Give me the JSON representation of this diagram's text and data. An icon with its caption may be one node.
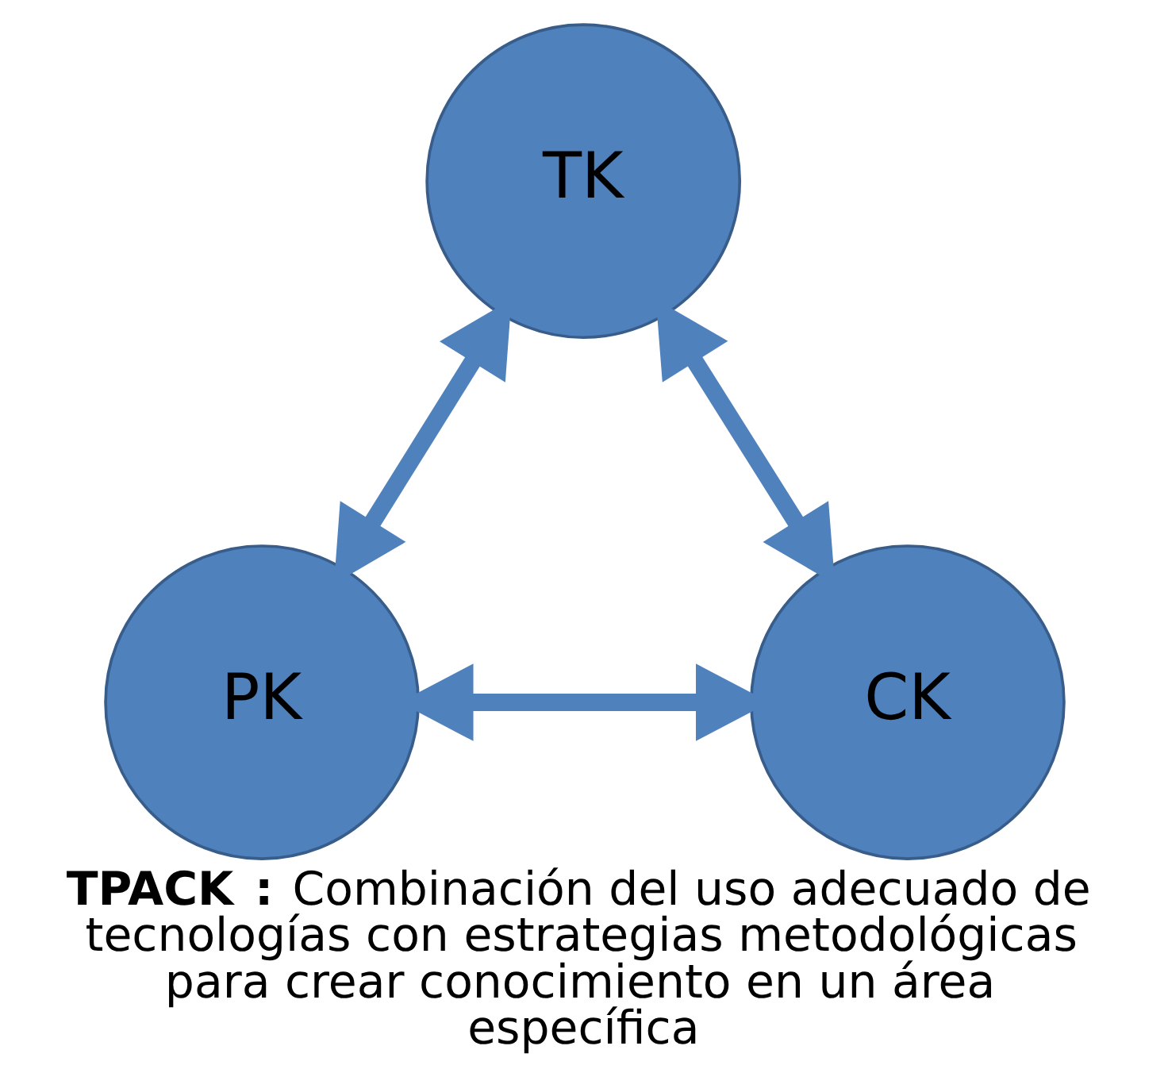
{
  "diagram": {
    "caption": "**TPACK :** Combinación del uso adecuado de tecnologías con estrategias metodológicas para crear conocimiento en un área específica",
    "nodes": [
      {
        "text": [
          "TK"
        ]
      },
      {
        "text": [
          "PK"
        ]
      },
      {
        "text": [
          "CK"
        ]
      }
    ],
    "edges": [
      {
        "from": 1,
        "to": 2,
        "arrow": "both"
      },
      {
        "from": 1,
        "to": 0,
        "arrow": "both"
      },
      {
        "from": 2,
        "to": 0,
        "arrow": "both"
      }
    ]
  }
}
